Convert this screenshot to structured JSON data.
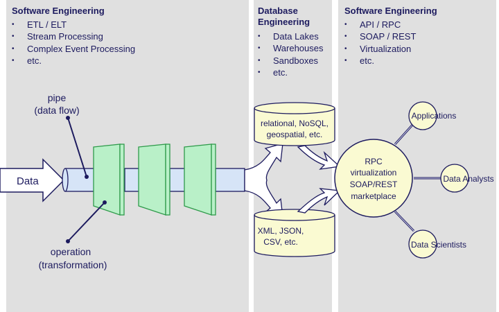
{
  "panels": {
    "left": {
      "title": "Software Engineering",
      "items": [
        "ETL / ELT",
        "Stream Processing",
        "Complex Event Processing",
        "etc."
      ]
    },
    "middle": {
      "title_line1": "Database",
      "title_line2": "Engineering",
      "items": [
        "Data Lakes",
        "Warehouses",
        "Sandboxes",
        "etc."
      ]
    },
    "right": {
      "title": "Software Engineering",
      "items": [
        "API / RPC",
        "SOAP / REST",
        "Virtualization",
        "etc."
      ]
    }
  },
  "diagram": {
    "input_arrow_label": "Data",
    "pipe_label_line1": "pipe",
    "pipe_label_line2": "(data flow)",
    "operation_label_line1": "operation",
    "operation_label_line2": "(transformation)",
    "db_top_line1": "relational, NoSQL,",
    "db_top_line2": "geospatial, etc.",
    "db_bottom_line1": "XML, JSON,",
    "db_bottom_line2": "CSV, etc.",
    "hub_lines": [
      "RPC",
      "virtualization",
      "SOAP/REST",
      "marketplace"
    ],
    "consumers": [
      "Applications",
      "Data Analysts",
      "Data Scientists"
    ]
  },
  "colors": {
    "panel": "#e0e0e0",
    "ink": "#1c1a5e",
    "pipe": "#d6e4f7",
    "operation": "#b9f0c8",
    "operation_border": "#2e9a4a",
    "storage": "#fafad2"
  }
}
